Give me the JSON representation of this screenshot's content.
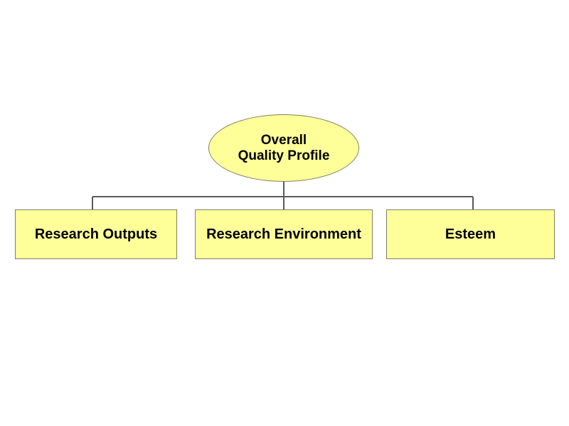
{
  "diagram": {
    "title": "Overall Quality Profile",
    "type": "hierarchy-tree",
    "background_color": "#ffffff",
    "node_fill_color": "#ffff99",
    "node_border_color": "#7f7f66",
    "text_color": "#000000",
    "connector_color": "#595959",
    "root": {
      "label": "Overall\nQuality Profile",
      "line1": "Overall",
      "line2": "Quality Profile",
      "shape": "ellipse"
    },
    "children": [
      {
        "label": "Research Outputs",
        "shape": "rectangle"
      },
      {
        "label": "Research Environment",
        "shape": "rectangle"
      },
      {
        "label": "Esteem",
        "shape": "rectangle"
      }
    ]
  }
}
